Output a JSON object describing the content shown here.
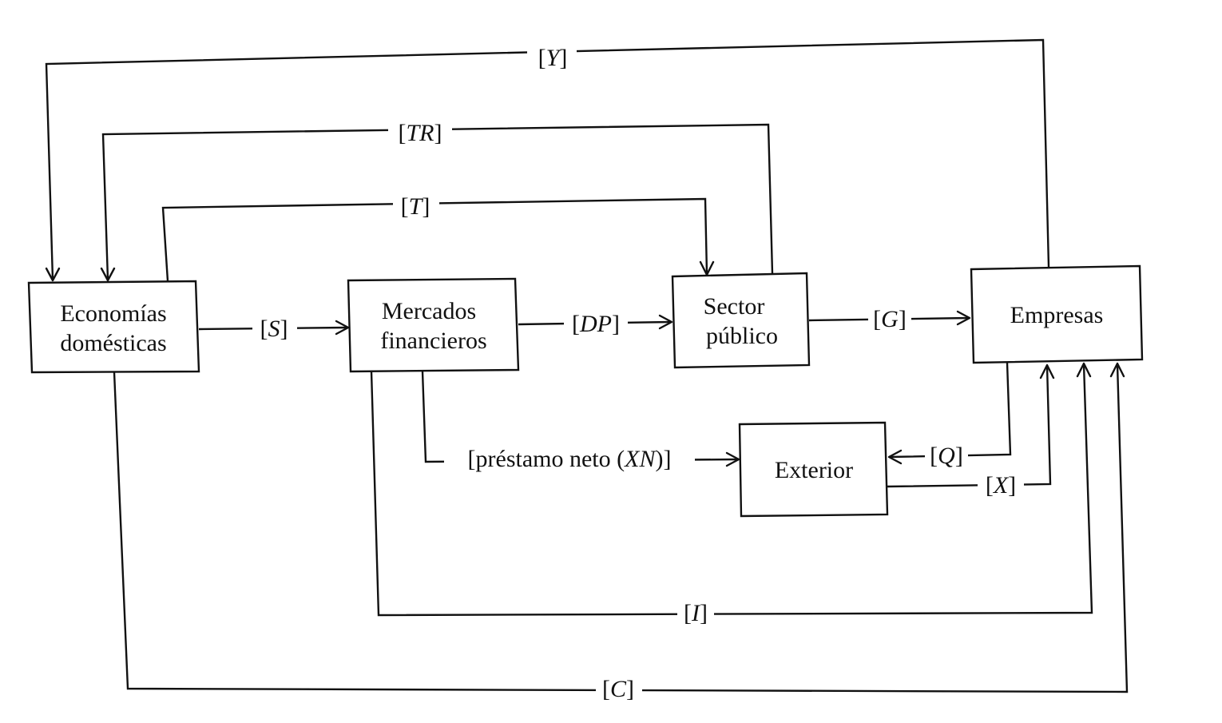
{
  "diagram": {
    "type": "circular-flow",
    "nodes": {
      "households": {
        "lines": [
          "Economías",
          "domésticas"
        ]
      },
      "financial_markets": {
        "lines": [
          "Mercados",
          "financieros"
        ]
      },
      "public_sector": {
        "lines": [
          "Sector",
          "público"
        ]
      },
      "firms": {
        "lines": [
          "Empresas"
        ]
      },
      "foreign": {
        "lines": [
          "Exterior"
        ]
      }
    },
    "flows": {
      "Y": {
        "open": "[",
        "var": "Y",
        "close": "]",
        "from": "Empresas",
        "to": "Economías domésticas"
      },
      "TR": {
        "open": "[",
        "var": "TR",
        "close": "]",
        "from": "Sector público",
        "to": "Economías domésticas"
      },
      "T": {
        "open": "[",
        "var": "T",
        "close": "]",
        "from": "Economías domésticas",
        "to": "Sector público"
      },
      "S": {
        "open": "[",
        "var": "S",
        "close": "]",
        "from": "Economías domésticas",
        "to": "Mercados financieros"
      },
      "DP": {
        "open": "[",
        "var": "DP",
        "close": "]",
        "from": "Mercados financieros",
        "to": "Sector público"
      },
      "G": {
        "open": "[",
        "var": "G",
        "close": "]",
        "from": "Sector público",
        "to": "Empresas"
      },
      "XN": {
        "open": "[préstamo neto (",
        "var": "XN",
        "close": ")]",
        "from": "Mercados financieros",
        "to": "Exterior"
      },
      "Q": {
        "open": "[",
        "var": "Q",
        "close": "]",
        "from": "Empresas",
        "to": "Exterior"
      },
      "X": {
        "open": "[",
        "var": "X",
        "close": "]",
        "from": "Exterior",
        "to": "Empresas"
      },
      "I": {
        "open": "[",
        "var": "I",
        "close": "]",
        "from": "Mercados financieros",
        "to": "Empresas"
      },
      "C": {
        "open": "[",
        "var": "C",
        "close": "]",
        "from": "Economías domésticas",
        "to": "Empresas"
      }
    }
  }
}
